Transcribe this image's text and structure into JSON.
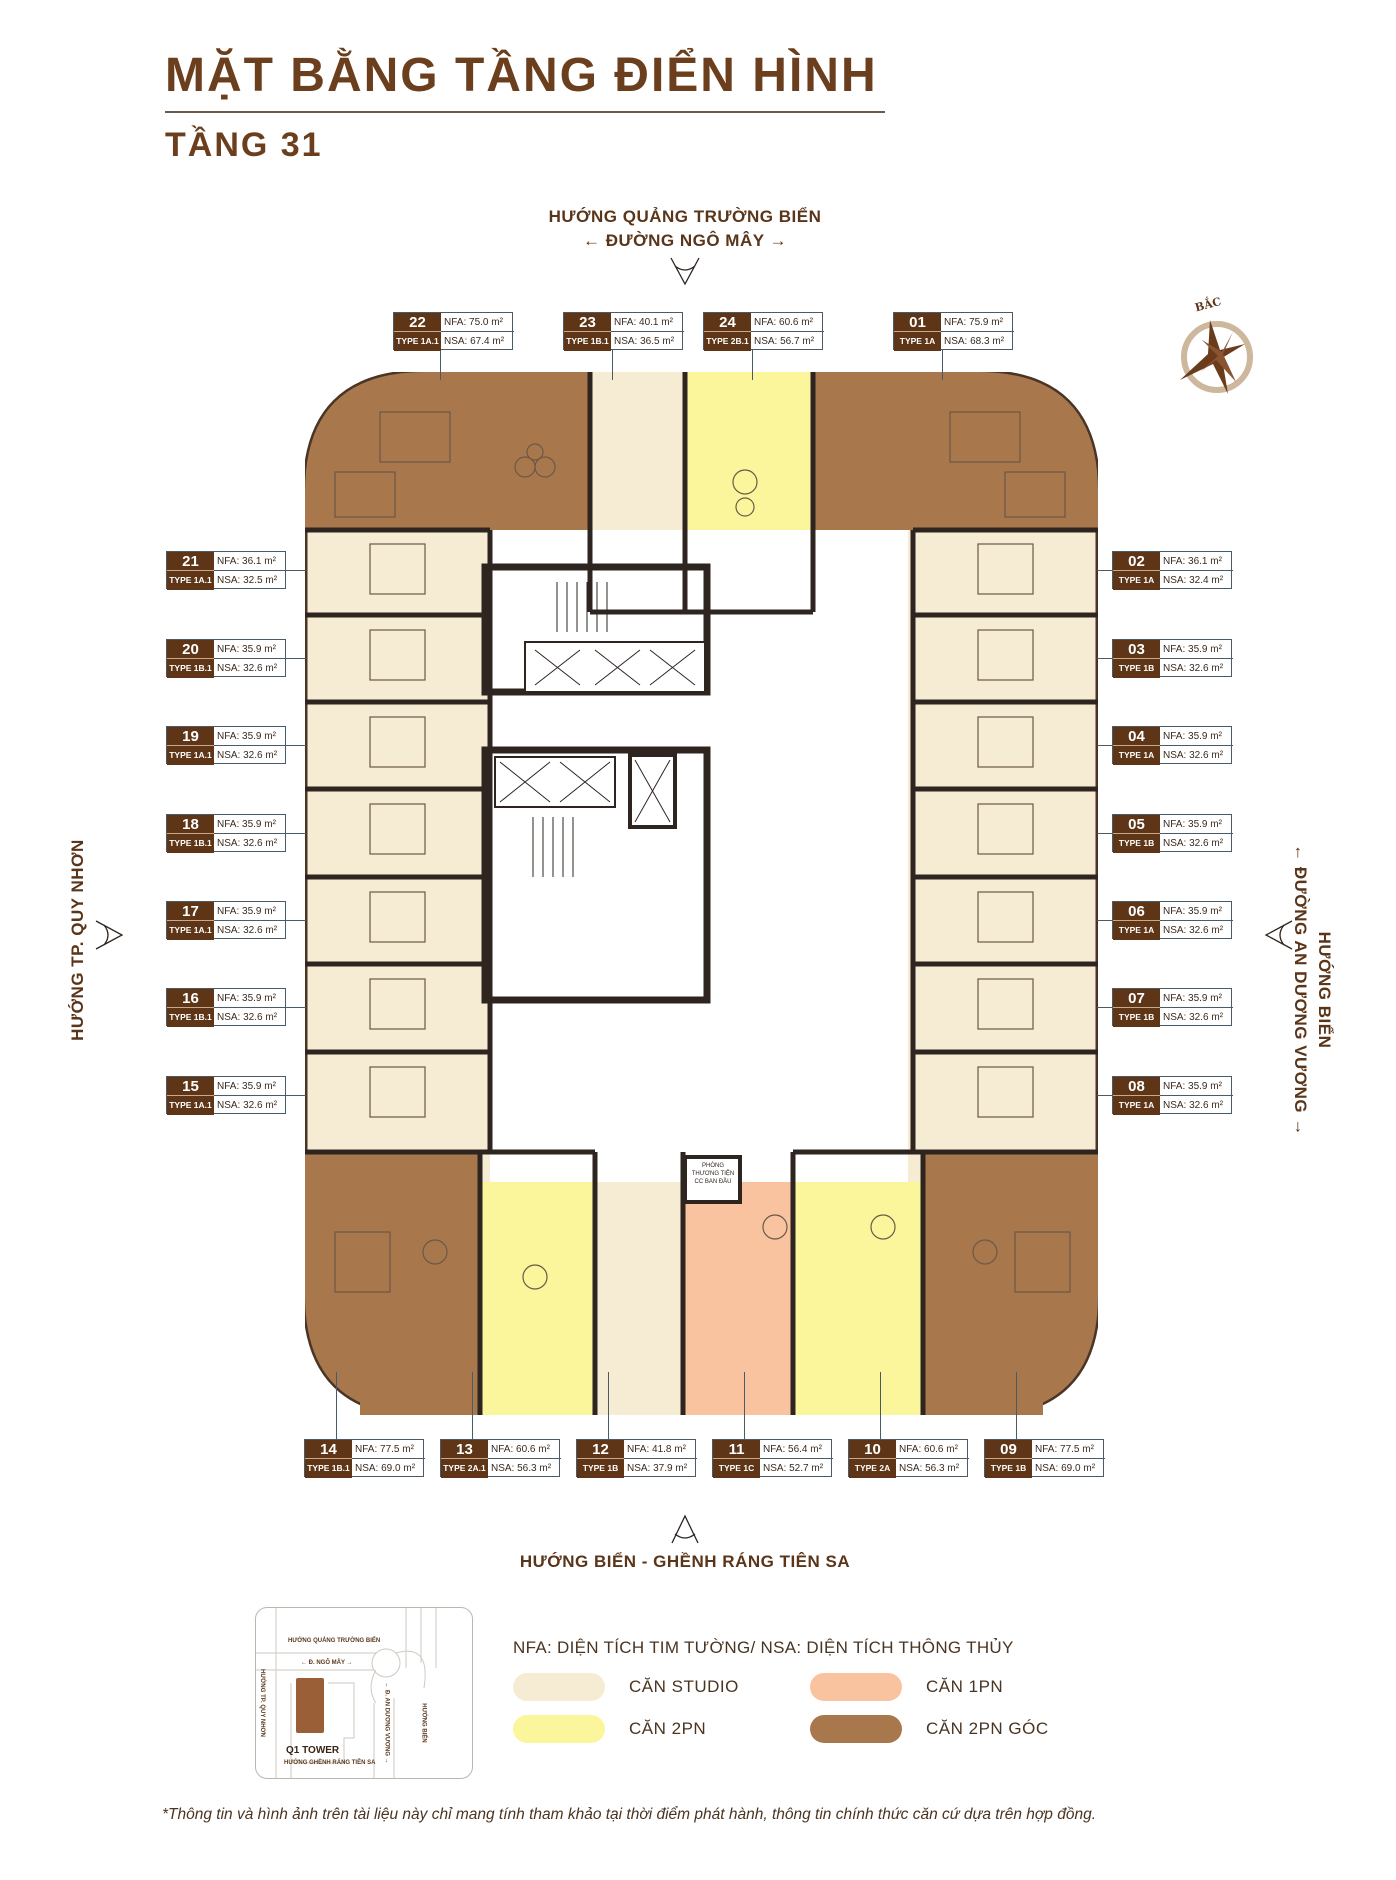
{
  "header": {
    "title": "MẶT BẰNG TẦNG ĐIỂN HÌNH",
    "floor": "TẦNG 31"
  },
  "directions": {
    "top_line1": "HƯỚNG QUẢNG TRƯỜNG BIỂN",
    "top_line2": "← ĐƯỜNG NGÔ MÂY →",
    "bottom": "HƯỚNG BIỂN - GHỀNH RÁNG TIÊN SA",
    "left": "HƯỚNG TP. QUY NHƠN",
    "right_line1": "HƯỚNG BIỂN",
    "right_line2": "← ĐƯỜNG AN DƯƠNG VƯƠNG →"
  },
  "compass": {
    "label": "BẮC",
    "icon": "compass-rose-icon"
  },
  "units": [
    {
      "id": "22",
      "type": "TYPE 1A.1",
      "nfa": "NFA: 75.0 m²",
      "nsa": "NSA: 67.4 m²",
      "category": "2pn_goc"
    },
    {
      "id": "23",
      "type": "TYPE 1B.1",
      "nfa": "NFA: 40.1 m²",
      "nsa": "NSA: 36.5 m²",
      "category": "studio"
    },
    {
      "id": "24",
      "type": "TYPE 2B.1",
      "nfa": "NFA: 60.6 m²",
      "nsa": "NSA: 56.7 m²",
      "category": "2pn"
    },
    {
      "id": "01",
      "type": "TYPE 1A",
      "nfa": "NFA: 75.9 m²",
      "nsa": "NSA: 68.3 m²",
      "category": "2pn_goc"
    },
    {
      "id": "21",
      "type": "TYPE 1A.1",
      "nfa": "NFA: 36.1 m²",
      "nsa": "NSA: 32.5 m²",
      "category": "studio"
    },
    {
      "id": "20",
      "type": "TYPE 1B.1",
      "nfa": "NFA: 35.9 m²",
      "nsa": "NSA: 32.6 m²",
      "category": "studio"
    },
    {
      "id": "19",
      "type": "TYPE 1A.1",
      "nfa": "NFA: 35.9 m²",
      "nsa": "NSA: 32.6 m²",
      "category": "studio"
    },
    {
      "id": "18",
      "type": "TYPE 1B.1",
      "nfa": "NFA: 35.9 m²",
      "nsa": "NSA: 32.6 m²",
      "category": "studio"
    },
    {
      "id": "17",
      "type": "TYPE 1A.1",
      "nfa": "NFA: 35.9 m²",
      "nsa": "NSA: 32.6 m²",
      "category": "studio"
    },
    {
      "id": "16",
      "type": "TYPE 1B.1",
      "nfa": "NFA: 35.9 m²",
      "nsa": "NSA: 32.6 m²",
      "category": "studio"
    },
    {
      "id": "15",
      "type": "TYPE 1A.1",
      "nfa": "NFA: 35.9 m²",
      "nsa": "NSA: 32.6 m²",
      "category": "studio"
    },
    {
      "id": "02",
      "type": "TYPE 1A",
      "nfa": "NFA: 36.1 m²",
      "nsa": "NSA: 32.4 m²",
      "category": "studio"
    },
    {
      "id": "03",
      "type": "TYPE 1B",
      "nfa": "NFA: 35.9 m²",
      "nsa": "NSA: 32.6 m²",
      "category": "studio"
    },
    {
      "id": "04",
      "type": "TYPE 1A",
      "nfa": "NFA: 35.9 m²",
      "nsa": "NSA: 32.6 m²",
      "category": "studio"
    },
    {
      "id": "05",
      "type": "TYPE 1B",
      "nfa": "NFA: 35.9 m²",
      "nsa": "NSA: 32.6 m²",
      "category": "studio"
    },
    {
      "id": "06",
      "type": "TYPE 1A",
      "nfa": "NFA: 35.9 m²",
      "nsa": "NSA: 32.6 m²",
      "category": "studio"
    },
    {
      "id": "07",
      "type": "TYPE 1B",
      "nfa": "NFA: 35.9 m²",
      "nsa": "NSA: 32.6 m²",
      "category": "studio"
    },
    {
      "id": "08",
      "type": "TYPE 1A",
      "nfa": "NFA: 35.9 m²",
      "nsa": "NSA: 32.6 m²",
      "category": "studio"
    },
    {
      "id": "14",
      "type": "TYPE 1B.1",
      "nfa": "NFA: 77.5 m²",
      "nsa": "NSA: 69.0 m²",
      "category": "2pn_goc"
    },
    {
      "id": "13",
      "type": "TYPE 2A.1",
      "nfa": "NFA: 60.6 m²",
      "nsa": "NSA: 56.3 m²",
      "category": "2pn"
    },
    {
      "id": "12",
      "type": "TYPE 1B",
      "nfa": "NFA: 41.8 m²",
      "nsa": "NSA: 37.9 m²",
      "category": "studio"
    },
    {
      "id": "11",
      "type": "TYPE 1C",
      "nfa": "NFA: 56.4 m²",
      "nsa": "NSA: 52.7 m²",
      "category": "1pn"
    },
    {
      "id": "10",
      "type": "TYPE 2A",
      "nfa": "NFA: 60.6 m²",
      "nsa": "NSA: 56.3 m²",
      "category": "2pn"
    },
    {
      "id": "09",
      "type": "TYPE 1B",
      "nfa": "NFA: 77.5 m²",
      "nsa": "NSA: 69.0 m²",
      "category": "2pn_goc"
    }
  ],
  "core": {
    "room_label": "PHÒNG THƯƠNG TIỆN CC BAN ĐẦU"
  },
  "legend": {
    "title": "NFA: DIỆN TÍCH TIM TƯỜNG/ NSA: DIỆN TÍCH THÔNG THỦY",
    "items": [
      {
        "label": "CĂN STUDIO",
        "color": "#f6ebd3"
      },
      {
        "label": "CĂN 1PN",
        "color": "#f8c39e"
      },
      {
        "label": "CĂN 2PN",
        "color": "#fbf59c"
      },
      {
        "label": "CĂN 2PN GÓC",
        "color": "#a8784c"
      }
    ]
  },
  "minimap": {
    "top": "HƯỚNG QUẢNG TRƯỜNG BIỂN",
    "street_top": "← Đ. NGÔ MÂY →",
    "left": "HƯỚNG TP. QUY NHƠN",
    "street_right": "← Đ. AN DƯƠNG VƯƠNG →",
    "right": "HƯỚNG BIỂN",
    "bottom": "HƯỚNG GHỀNH RÁNG TIÊN SA",
    "tower": "Q1 TOWER"
  },
  "colors": {
    "brand_brown": "#5e3617",
    "studio": "#f6ebd3",
    "one_bed": "#f8c39e",
    "two_bed": "#fbf59c",
    "two_bed_corner": "#a8784c",
    "wall": "#2e2520"
  },
  "footnote": "*Thông tin và hình ảnh trên tài liệu này chỉ mang tính tham khảo tại thời điểm phát hành, thông tin chính thức căn cứ dựa trên hợp đồng."
}
